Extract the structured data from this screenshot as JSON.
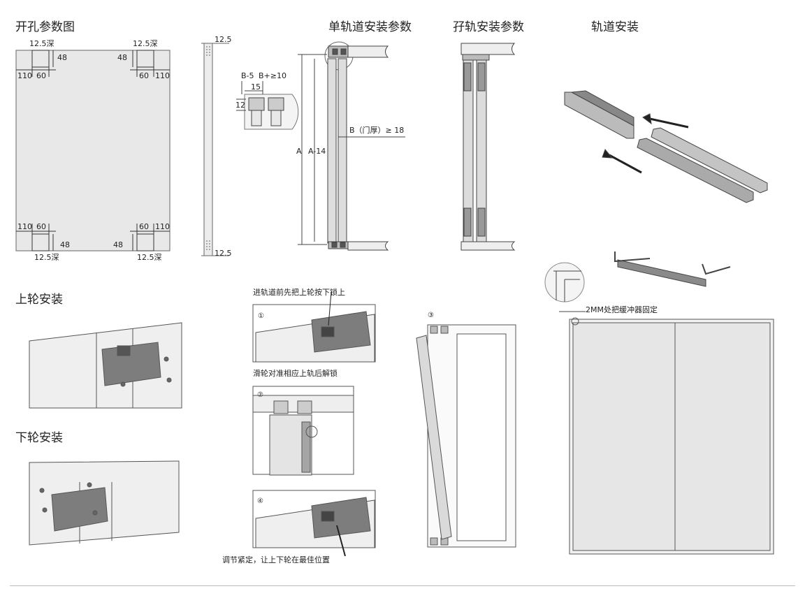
{
  "titles": {
    "hole_params": "开孔参数图",
    "single_track": "单轨道安装参数",
    "double_track": "孖轨安装参数",
    "track_install": "轨道安装",
    "upper_wheel": "上轮安装",
    "lower_wheel": "下轮安装"
  },
  "hole_dims": {
    "depth_top_left": "12.5深",
    "depth_top_right": "12.5深",
    "depth_bottom_left": "12.5深",
    "depth_bottom_right": "12.5深",
    "h48": "48",
    "w110": "110",
    "w60": "60"
  },
  "strip_dims": {
    "top": "12.5",
    "bottom": "12.5"
  },
  "track_dims": {
    "b_minus_5": "B-5",
    "b_plus_10": "B+≥10",
    "d15": "15",
    "d12": "12",
    "a": "A",
    "a_minus_14": "A-14",
    "door_thickness": "B（门厚）≥ 18"
  },
  "steps": {
    "s1_note": "进轨道前先把上轮按下锁上",
    "s2_note": "滑轮对准相应上轨后解锁",
    "s4_note": "调节紧定，让上下轮在最佳位置",
    "n1": "①",
    "n2": "②",
    "n3": "③",
    "n4": "④"
  },
  "buffer_note": "2MM处把缓冲器固定",
  "colors": {
    "panel": "#e9e9e9",
    "line": "#444444",
    "track": "#a9a9a9",
    "plate": "#7d7d7d"
  }
}
